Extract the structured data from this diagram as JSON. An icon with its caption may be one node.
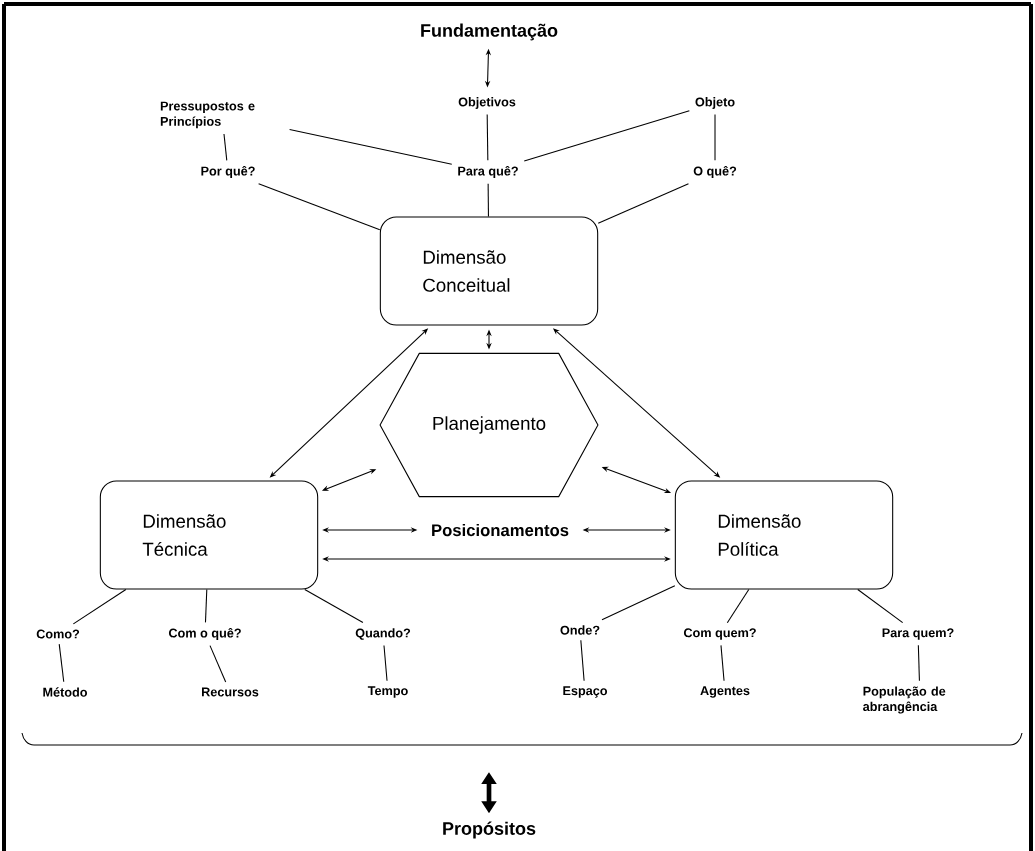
{
  "diagram": {
    "nodes": [
      {
        "text": [
          "Fundamentação"
        ]
      },
      {
        "text": [
          "Pressupostos e Princípios"
        ]
      },
      {
        "text": [
          "Objetivos"
        ]
      },
      {
        "text": [
          "Objeto"
        ]
      },
      {
        "text": [
          "Por quê?"
        ]
      },
      {
        "text": [
          "Para quê?"
        ]
      },
      {
        "text": [
          "O quê?"
        ]
      },
      {
        "text": [
          "Dimensão Conceitual"
        ]
      },
      {
        "text": [
          "Planejamento"
        ]
      },
      {
        "text": [
          "Dimensão Técnica"
        ]
      },
      {
        "text": [
          "Posicionamentos"
        ]
      },
      {
        "text": [
          "Dimensão Política"
        ]
      },
      {
        "text": [
          "Como?"
        ]
      },
      {
        "text": [
          "Com o quê?"
        ]
      },
      {
        "text": [
          "Quando?"
        ]
      },
      {
        "text": [
          "Onde?"
        ]
      },
      {
        "text": [
          "Com quem?"
        ]
      },
      {
        "text": [
          "Para quem?"
        ]
      },
      {
        "text": [
          "Método"
        ]
      },
      {
        "text": [
          "Recursos"
        ]
      },
      {
        "text": [
          "Tempo"
        ]
      },
      {
        "text": [
          "Espaço"
        ]
      },
      {
        "text": [
          "Agentes"
        ]
      },
      {
        "text": [
          "População de abrangência"
        ]
      },
      {
        "text": [
          "Propósitos"
        ]
      }
    ],
    "edges": [
      {
        "from": 0,
        "to": 2,
        "arrow": "both"
      },
      {
        "from": 1,
        "to": 4,
        "arrow": "none"
      },
      {
        "from": 1,
        "to": 5,
        "arrow": "none"
      },
      {
        "from": 2,
        "to": 5,
        "arrow": "none"
      },
      {
        "from": 3,
        "to": 5,
        "arrow": "none"
      },
      {
        "from": 3,
        "to": 6,
        "arrow": "none"
      },
      {
        "from": 4,
        "to": 7,
        "arrow": "none"
      },
      {
        "from": 5,
        "to": 7,
        "arrow": "none"
      },
      {
        "from": 6,
        "to": 7,
        "arrow": "none"
      },
      {
        "from": 7,
        "to": 8,
        "arrow": "both"
      },
      {
        "from": 7,
        "to": 9,
        "arrow": "both"
      },
      {
        "from": 7,
        "to": 11,
        "arrow": "both"
      },
      {
        "from": 8,
        "to": 9,
        "arrow": "both"
      },
      {
        "from": 8,
        "to": 11,
        "arrow": "both"
      },
      {
        "from": 10,
        "to": 9,
        "arrow": "both"
      },
      {
        "from": 10,
        "to": 11,
        "arrow": "both"
      },
      {
        "from": 9,
        "to": 11,
        "arrow": "both"
      },
      {
        "from": 9,
        "to": 12,
        "arrow": "none"
      },
      {
        "from": 9,
        "to": 13,
        "arrow": "none"
      },
      {
        "from": 9,
        "to": 14,
        "arrow": "none"
      },
      {
        "from": 11,
        "to": 15,
        "arrow": "none"
      },
      {
        "from": 11,
        "to": 16,
        "arrow": "none"
      },
      {
        "from": 11,
        "to": 17,
        "arrow": "none"
      },
      {
        "from": 12,
        "to": 18,
        "arrow": "none"
      },
      {
        "from": 13,
        "to": 19,
        "arrow": "none"
      },
      {
        "from": 14,
        "to": 20,
        "arrow": "none"
      },
      {
        "from": 15,
        "to": 21,
        "arrow": "none"
      },
      {
        "from": 16,
        "to": 22,
        "arrow": "none"
      },
      {
        "from": 17,
        "to": 23,
        "arrow": "none"
      },
      {
        "from": null,
        "to": 24,
        "arrow": "both",
        "style": "thick"
      }
    ]
  }
}
